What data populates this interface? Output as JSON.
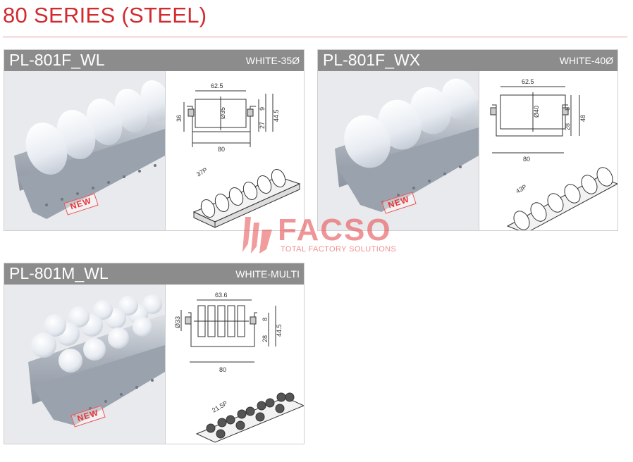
{
  "page": {
    "title": "80 SERIES (STEEL)"
  },
  "products": [
    {
      "name": "PL-801F_WL",
      "variant": "WHITE-35Ø",
      "badge": "NEW",
      "dims": {
        "top": "62.5",
        "dia": "Ø35",
        "a": "9",
        "b": "27",
        "height": "44.5",
        "left": "36",
        "width": "80",
        "pitch": "37P"
      }
    },
    {
      "name": "PL-801F_WX",
      "variant": "WHITE-40Ø",
      "badge": "NEW",
      "dims": {
        "top": "62.5",
        "dia": "Ø40",
        "a": "8",
        "b": "28",
        "height": "48",
        "width": "80",
        "pitch": "43P"
      }
    },
    {
      "name": "PL-801M_WL",
      "variant": "WHITE-MULTI",
      "badge": "NEW",
      "dims": {
        "top": "63.6",
        "dia": "Ø33",
        "a": "8",
        "b": "28",
        "height": "44.5",
        "width": "80",
        "pitch": "21.5P"
      }
    }
  ],
  "watermark": {
    "brand": "FACSO",
    "tagline": "TOTAL FACTORY SOLUTIONS"
  },
  "colors": {
    "accent": "#d12a2f",
    "header_bg": "#8c8c8c",
    "photo_bg": "#e9eaed"
  }
}
